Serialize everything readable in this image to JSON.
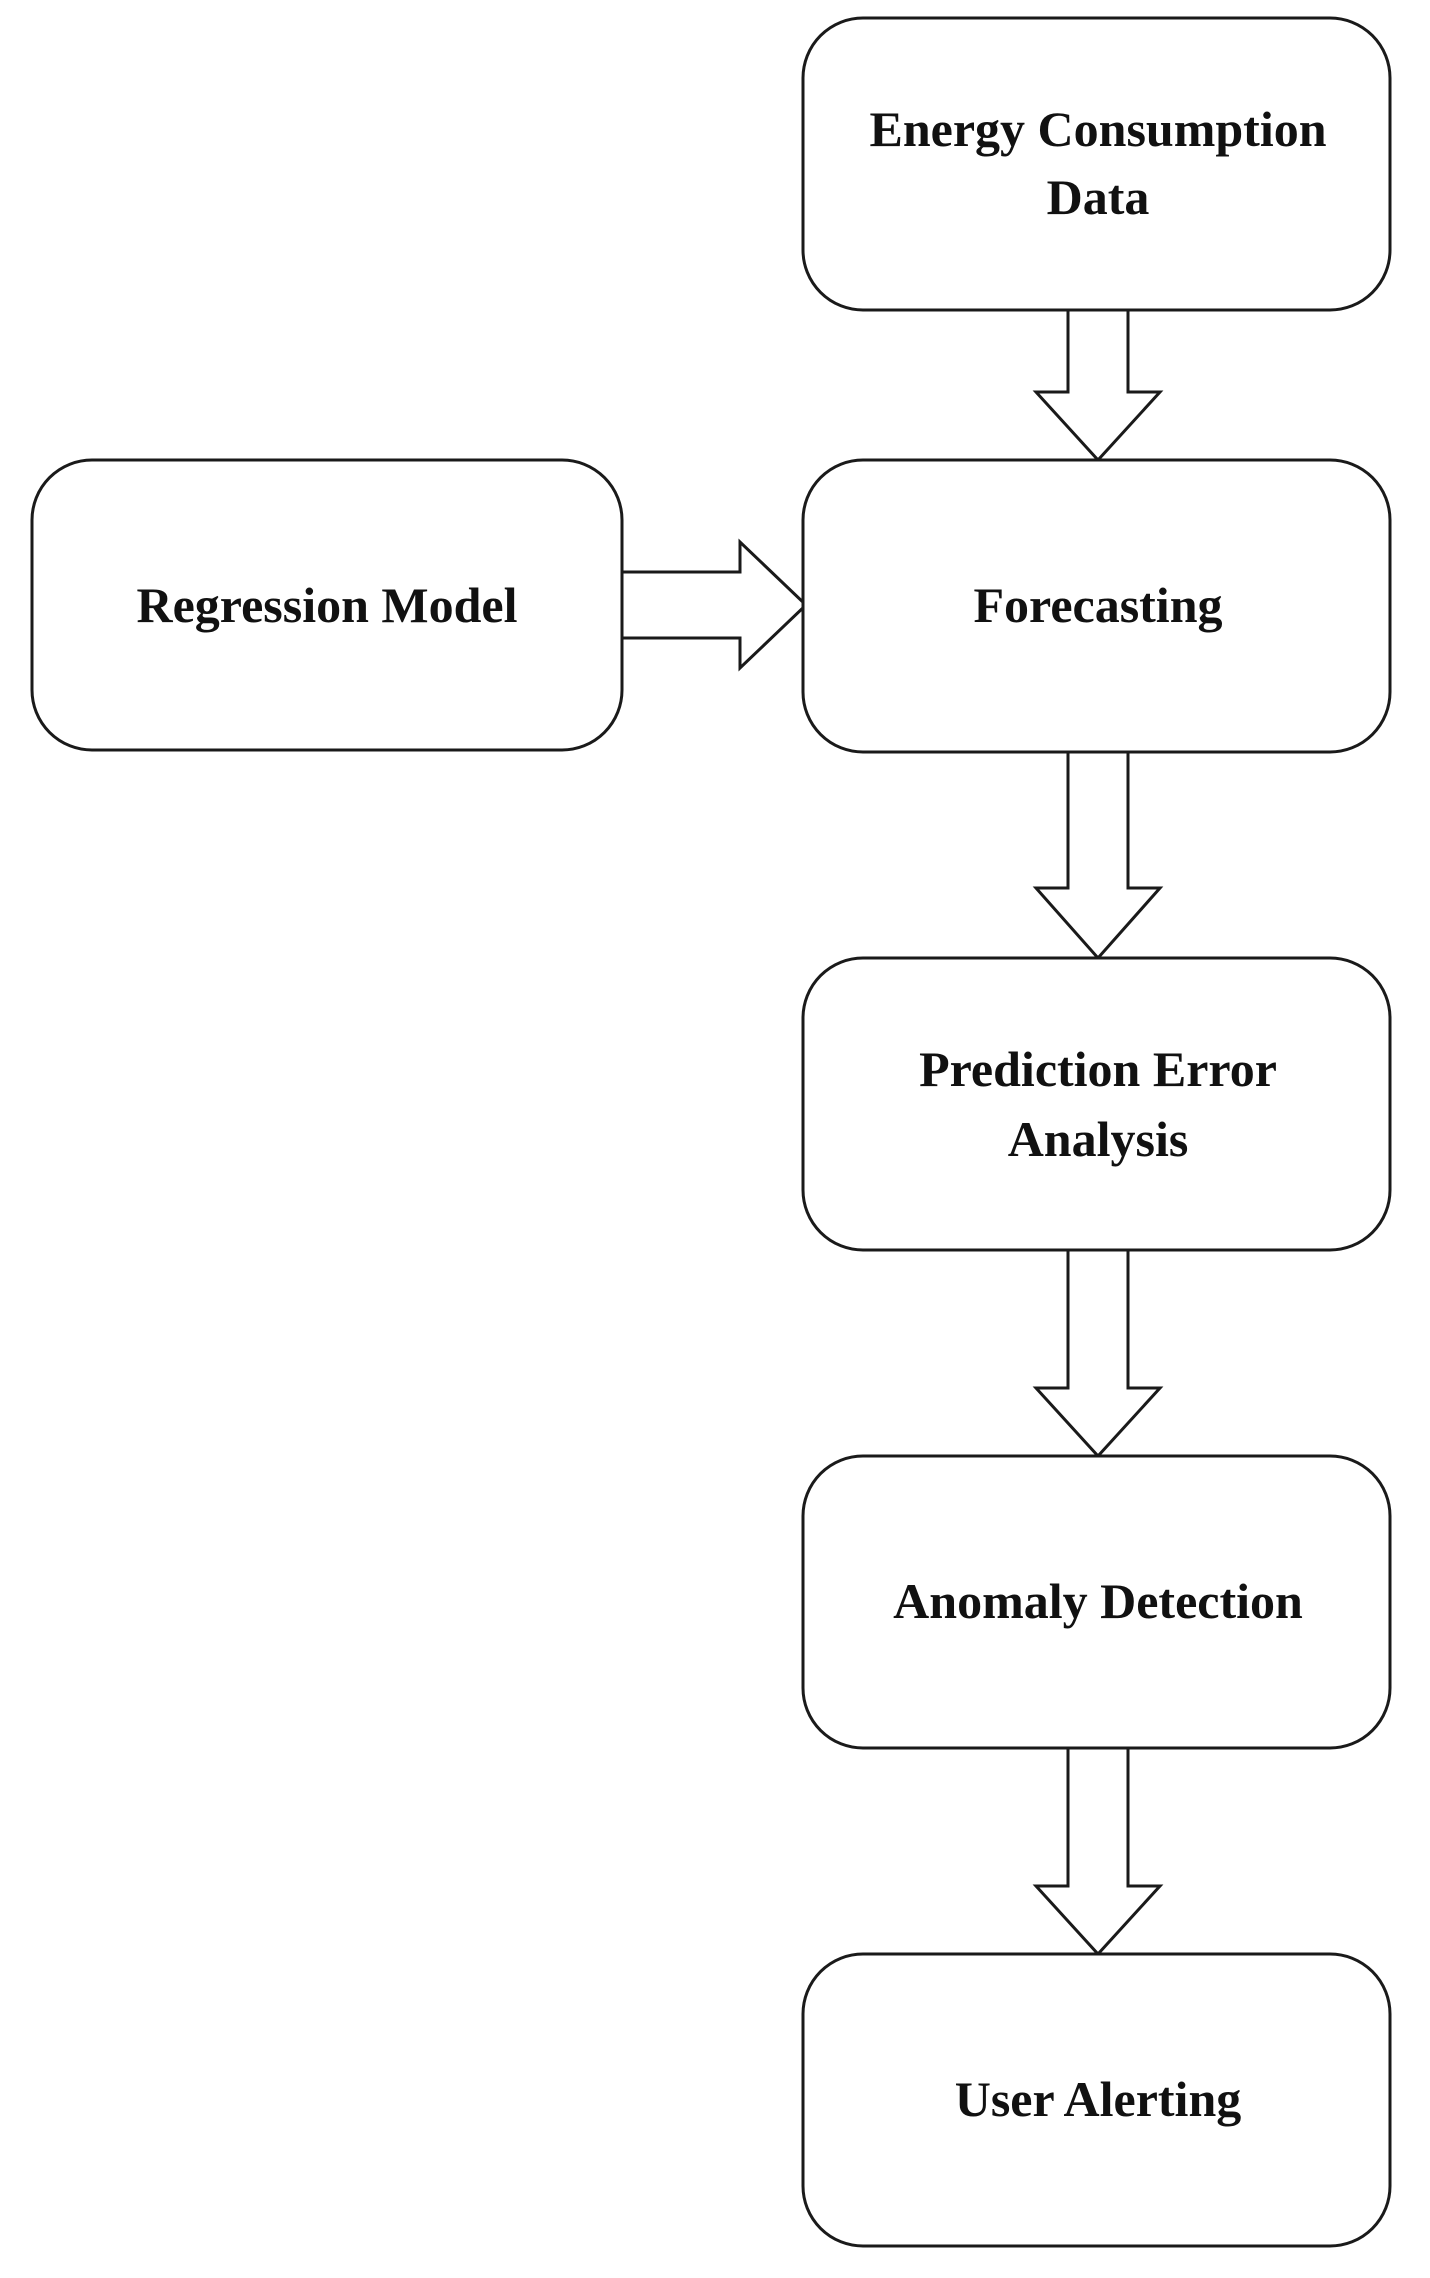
{
  "diagram": {
    "nodes": [
      {
        "id": "energy-data",
        "lines": [
          "Energy Consumption",
          "Data"
        ]
      },
      {
        "id": "regression-model",
        "lines": [
          "Regression Model"
        ]
      },
      {
        "id": "forecasting",
        "lines": [
          "Forecasting"
        ]
      },
      {
        "id": "prediction-error",
        "lines": [
          "Prediction Error",
          "Analysis"
        ]
      },
      {
        "id": "anomaly-detection",
        "lines": [
          "Anomaly Detection"
        ]
      },
      {
        "id": "user-alerting",
        "lines": [
          "User Alerting"
        ]
      }
    ],
    "edges": [
      {
        "from": "energy-data",
        "to": "forecasting"
      },
      {
        "from": "regression-model",
        "to": "forecasting"
      },
      {
        "from": "forecasting",
        "to": "prediction-error"
      },
      {
        "from": "prediction-error",
        "to": "anomaly-detection"
      },
      {
        "from": "anomaly-detection",
        "to": "user-alerting"
      }
    ],
    "colors": {
      "stroke": "#1a1a1a",
      "fill": "#ffffff",
      "text": "#111111"
    }
  }
}
